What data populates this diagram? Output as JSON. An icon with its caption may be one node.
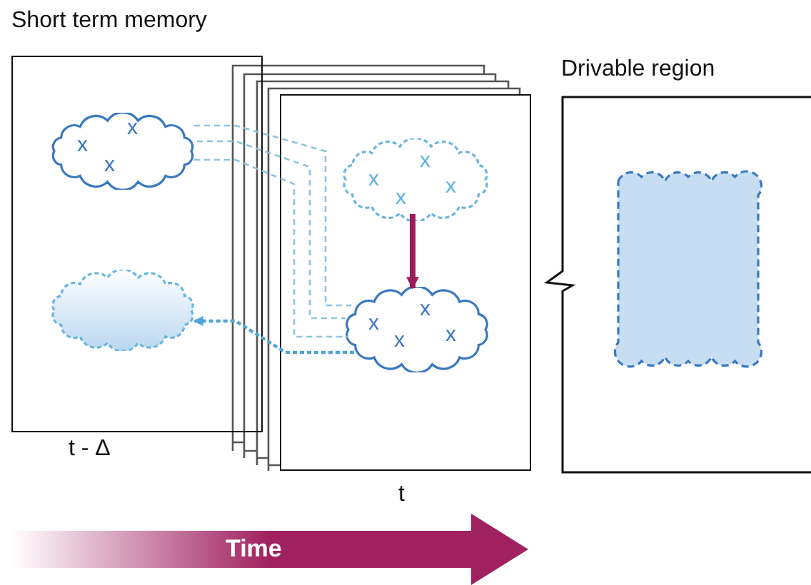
{
  "diagram": {
    "nodes": [
      {
        "text": [],
        "shape": "box",
        "beside": [
          "t - Δ"
        ]
      },
      {
        "text": [
          "x",
          "x",
          "x"
        ],
        "in": 0
      },
      {
        "text": [],
        "shape": "cloud",
        "in": 0
      },
      {
        "text": [],
        "shape": "box",
        "beside": [
          "t"
        ]
      },
      {
        "text": [
          "x",
          "x",
          "x",
          "x"
        ],
        "in": 3
      },
      {
        "text": [
          "x",
          "x",
          "x",
          "x"
        ],
        "in": 3
      },
      {
        "text": [
          "Drivable region"
        ]
      },
      {
        "text": [],
        "shape": "cloud",
        "in": 6
      }
    ],
    "edges": [
      {
        "from": 1,
        "to": 5,
        "arrow": "none",
        "style": "dashed"
      },
      {
        "from": 1,
        "to": 5,
        "arrow": "none",
        "style": "dashed"
      },
      {
        "from": 1,
        "to": 5,
        "arrow": "none",
        "style": "dashed"
      },
      {
        "from": 4,
        "to": 5,
        "arrow": "to",
        "style": "thick",
        "color": "#9e1b5c"
      },
      {
        "from": 5,
        "to": 2,
        "arrow": "to",
        "style": "dashed",
        "color": "#4ea5d9"
      }
    ],
    "labels": [
      "Short term memory",
      "Time"
    ]
  }
}
